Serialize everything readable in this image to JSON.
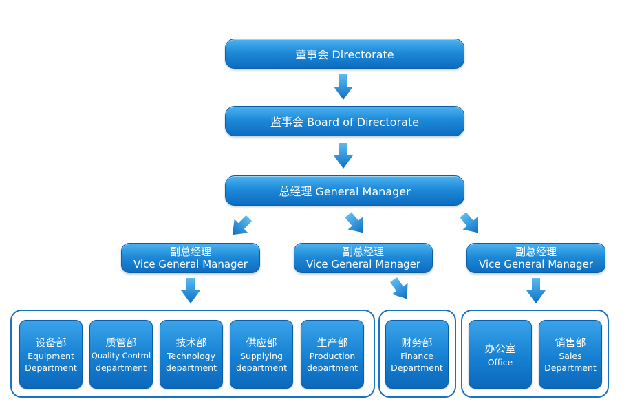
{
  "top_boxes": [
    {
      "label": "董事会 Directorate"
    },
    {
      "label": "监事会 Board of Directorate"
    },
    {
      "label": "总经理 General Manager"
    }
  ],
  "vice_managers": [
    {
      "zh": "副总经理",
      "en": "Vice General Manager"
    },
    {
      "zh": "副总经理",
      "en": "Vice General Manager"
    },
    {
      "zh": "副总经理",
      "en": "Vice General Manager"
    }
  ],
  "departments": [
    {
      "zh": "设备部",
      "en1": "Equipment",
      "en2": "Department"
    },
    {
      "zh": "质管部",
      "en1": "Quality Control",
      "en2": "department"
    },
    {
      "zh": "技术部",
      "en1": "Technology",
      "en2": "department"
    },
    {
      "zh": "供应部",
      "en1": "Supplying",
      "en2": "department"
    },
    {
      "zh": "生产部",
      "en1": "Production",
      "en2": "department"
    },
    {
      "zh": "财务部",
      "en1": "Finance",
      "en2": "Department"
    },
    {
      "zh": "办公室",
      "en1": "Office",
      "en2": ""
    },
    {
      "zh": "销售部",
      "en1": "Sales",
      "en2": "Department"
    }
  ],
  "colors": {
    "box": "#1e8ad8",
    "border": "#0b5fa8",
    "arrow": "#1a86d6"
  }
}
